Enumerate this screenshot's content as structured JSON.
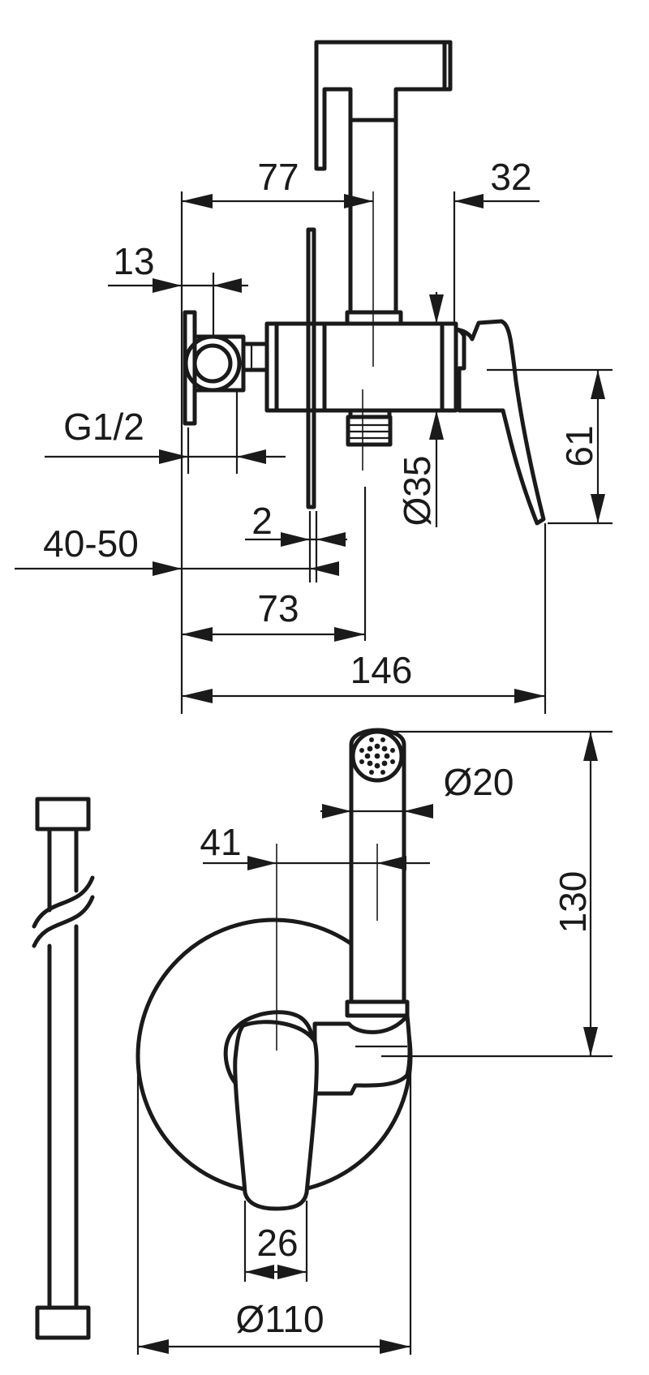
{
  "dimensions": {
    "d77": "77",
    "d32": "32",
    "d13": "13",
    "g12": "G1/2",
    "d2": "2",
    "d40_50": "40-50",
    "d73": "73",
    "d146": "146",
    "d61": "61",
    "d35": "Ø35",
    "d20": "Ø20",
    "d41": "41",
    "d130": "130",
    "d26": "26",
    "d110": "Ø110"
  }
}
